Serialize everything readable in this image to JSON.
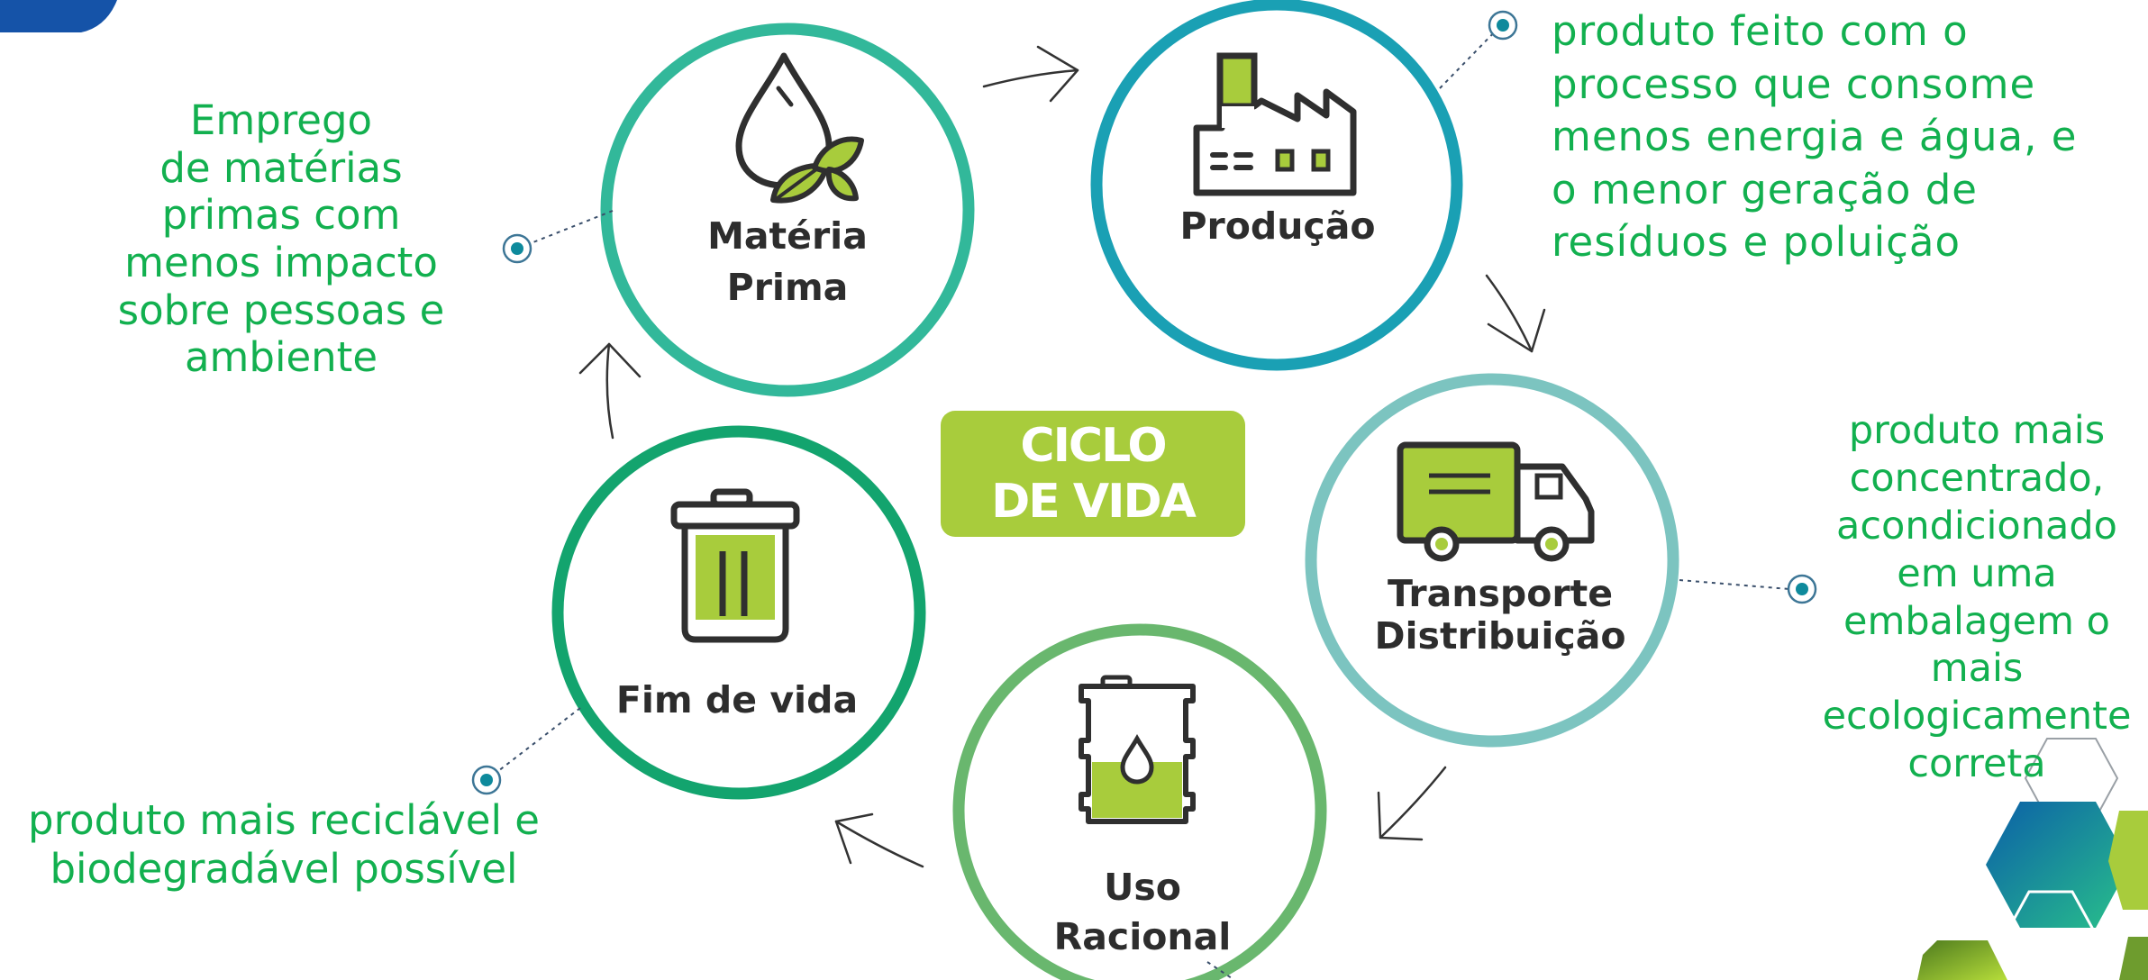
{
  "center": {
    "line1": "CICLO",
    "line2": "DE VIDA"
  },
  "nodes": [
    {
      "id": "materia-prima",
      "label_lines": [
        "Matéria",
        "Prima"
      ]
    },
    {
      "id": "producao",
      "label_lines": [
        "Produção"
      ]
    },
    {
      "id": "transporte",
      "label_lines": [
        "Transporte",
        "Distribuição"
      ]
    },
    {
      "id": "uso",
      "label_lines": [
        "Uso",
        "Racional"
      ]
    },
    {
      "id": "fim",
      "label_lines": [
        "Fim de vida"
      ]
    }
  ],
  "descriptions": {
    "materia_prima": [
      "Emprego",
      "de matérias",
      "primas  com",
      "menos impacto",
      "sobre pessoas e",
      "ambiente"
    ],
    "producao": [
      "produto feito com o",
      "processo que consome",
      "menos energia e água, e",
      "o menor geração  de",
      "resíduos e poluição"
    ],
    "transporte": [
      "produto mais",
      "concentrado,",
      "acondicionado",
      "em uma",
      "embalagem o",
      "mais",
      "ecologicamente",
      "correta"
    ],
    "fim": [
      "produto mais reciclável e",
      "biodegradável possível"
    ]
  },
  "colors": {
    "text_green": "#12b04f",
    "box_green": "#a8cc3c",
    "icon_dark": "#2f2f2f",
    "circle_materia": "#32b89a",
    "circle_producao": "#1aa0b4",
    "circle_transporte": "#7cc4c0",
    "circle_uso": "#69b76e",
    "circle_fim": "#13a46e"
  }
}
